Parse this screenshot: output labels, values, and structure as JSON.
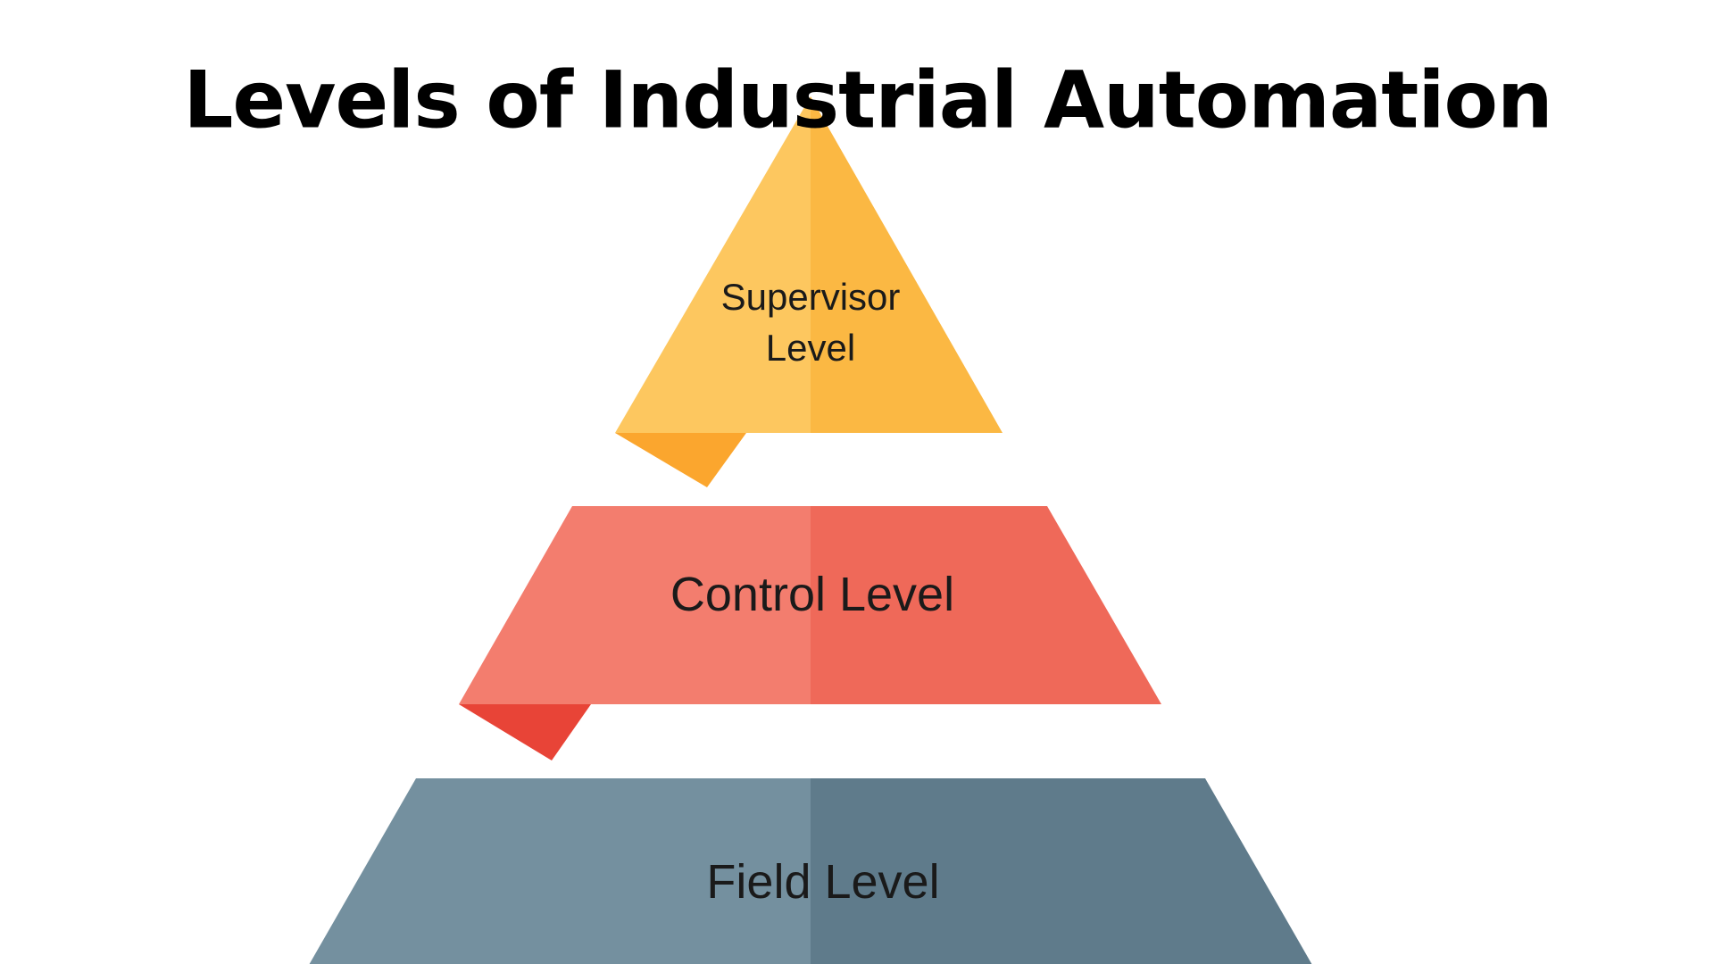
{
  "title": "Levels of Industrial Automation",
  "canvas": {
    "background": "#FFFFFF",
    "title_color": "#000000",
    "label_color": "#1A1A1A"
  },
  "pyramid": {
    "levels": [
      {
        "id": "supervisor-level",
        "label": "Supervisor Level",
        "lines": [
          "Supervisor",
          "Level"
        ],
        "colors": {
          "left": "#FDC75F",
          "right": "#FBB843",
          "fold": "#FBA62E"
        }
      },
      {
        "id": "control-level",
        "label": "Control Level",
        "lines": [
          "Control Level"
        ],
        "colors": {
          "left": "#F37D6E",
          "right": "#EF6959",
          "fold": "#E84437"
        }
      },
      {
        "id": "field-level",
        "label": "Field Level",
        "lines": [
          "Field Level"
        ],
        "colors": {
          "left": "#74909F",
          "right": "#5F7B8B"
        }
      }
    ]
  }
}
